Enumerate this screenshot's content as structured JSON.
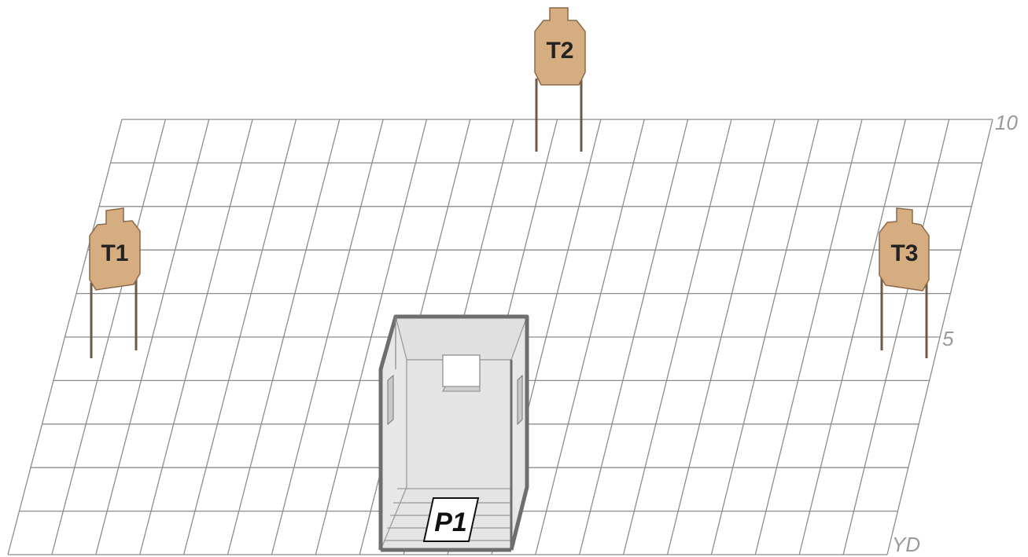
{
  "diagram": {
    "grid": {
      "columns": 20,
      "rows": 10
    },
    "scale_labels": {
      "far": "10",
      "mid": "5",
      "near": "YD"
    },
    "targets": [
      {
        "id": "T1",
        "label": "T1",
        "color": "#d6ad80"
      },
      {
        "id": "T2",
        "label": "T2",
        "color": "#d6ad80"
      },
      {
        "id": "T3",
        "label": "T3",
        "color": "#d6ad80"
      }
    ],
    "shooting_position": {
      "label": "P1"
    }
  }
}
